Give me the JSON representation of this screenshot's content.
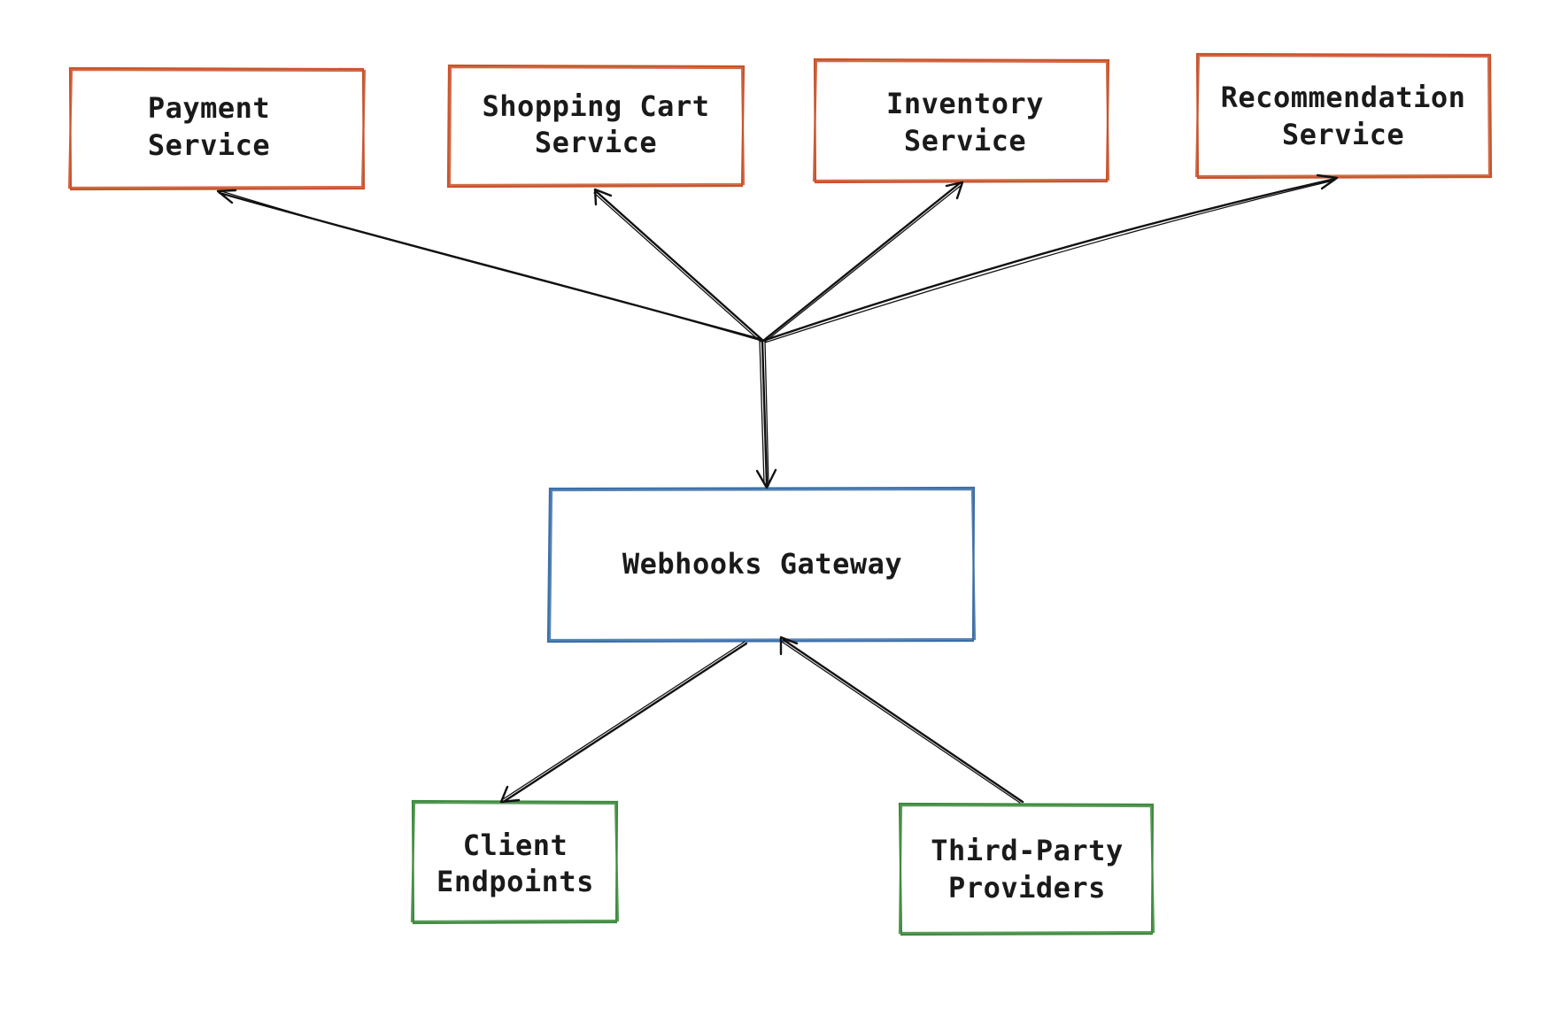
{
  "colors": {
    "service": "#c8532b",
    "gateway": "#3b6ea8",
    "external": "#3e8a3e",
    "edge": "#111111",
    "background": "#ffffff"
  },
  "nodes": {
    "payment": {
      "line1": "Payment",
      "line2": "Service"
    },
    "cart": {
      "line1": "Shopping Cart",
      "line2": "Service"
    },
    "inventory": {
      "line1": "Inventory",
      "line2": "Service"
    },
    "recommendation": {
      "line1": "Recommendation",
      "line2": "Service"
    },
    "gateway": {
      "line1": "Webhooks Gateway"
    },
    "client": {
      "line1": "Client",
      "line2": "Endpoints"
    },
    "providers": {
      "line1": "Third-Party",
      "line2": "Providers"
    }
  },
  "edges": [
    {
      "from": "gateway",
      "to": "payment"
    },
    {
      "from": "gateway",
      "to": "cart"
    },
    {
      "from": "gateway",
      "to": "inventory"
    },
    {
      "from": "gateway",
      "to": "recommendation"
    },
    {
      "from": "gateway",
      "to": "client"
    },
    {
      "from": "providers",
      "to": "gateway"
    }
  ]
}
